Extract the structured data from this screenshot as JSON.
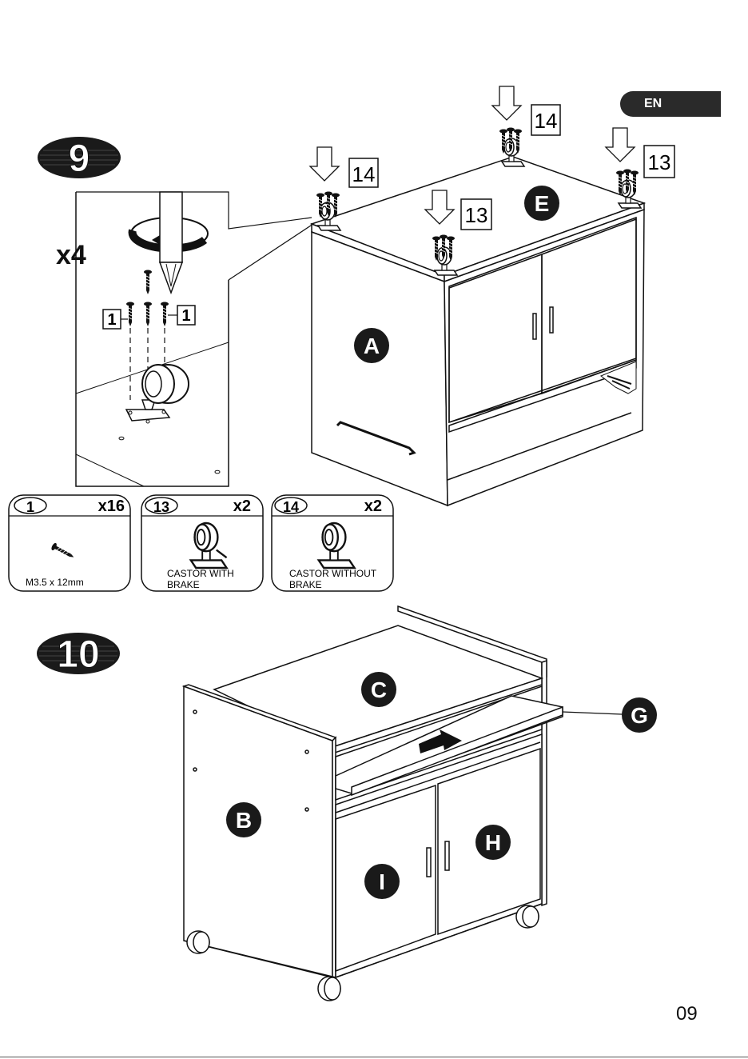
{
  "language_tab": "EN",
  "page_number": "09",
  "step9": {
    "step_number": "9",
    "multiplier": "x4",
    "screw_callout_left": "1",
    "screw_callout_right": "1",
    "callouts": [
      {
        "id": "14",
        "label": "14"
      },
      {
        "id": "13",
        "label": "13"
      }
    ],
    "panel_labels": {
      "side": "A",
      "top": "E"
    }
  },
  "parts": [
    {
      "number": "1",
      "qty": "x16",
      "description": "M3.5 x 12mm"
    },
    {
      "number": "13",
      "qty": "x2",
      "description_line1": "CASTOR WITH",
      "description_line2": "BRAKE"
    },
    {
      "number": "14",
      "qty": "x2",
      "description_line1": "CASTOR WITHOUT",
      "description_line2": "BRAKE"
    }
  ],
  "step10": {
    "step_number": "10",
    "panel_labels": {
      "top": "C",
      "keyboard_tray": "G",
      "side": "B",
      "door_right": "H",
      "door_left": "I"
    }
  }
}
